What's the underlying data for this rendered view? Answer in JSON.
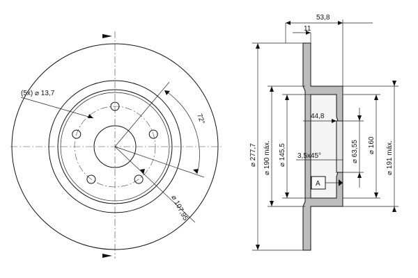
{
  "front_view": {
    "bolt_hole_label": "(5x) ⌀ 13,7",
    "angle_label": "72°",
    "pcd_label": "⌀ 107,95"
  },
  "side_view": {
    "dim_width": "53,8",
    "dim_hub_flange": "11",
    "dim_outer": "⌀ 277,7",
    "dim_190": "⌀ 190 máx.",
    "dim_145": "⌀ 145,5",
    "dim_depth": "44,8",
    "dim_chamfer": "3,5x45°",
    "dim_bore": "⌀ 63,55",
    "dim_160": "⌀ 160",
    "dim_191": "⌀ 191 máx.",
    "datum": "A"
  }
}
